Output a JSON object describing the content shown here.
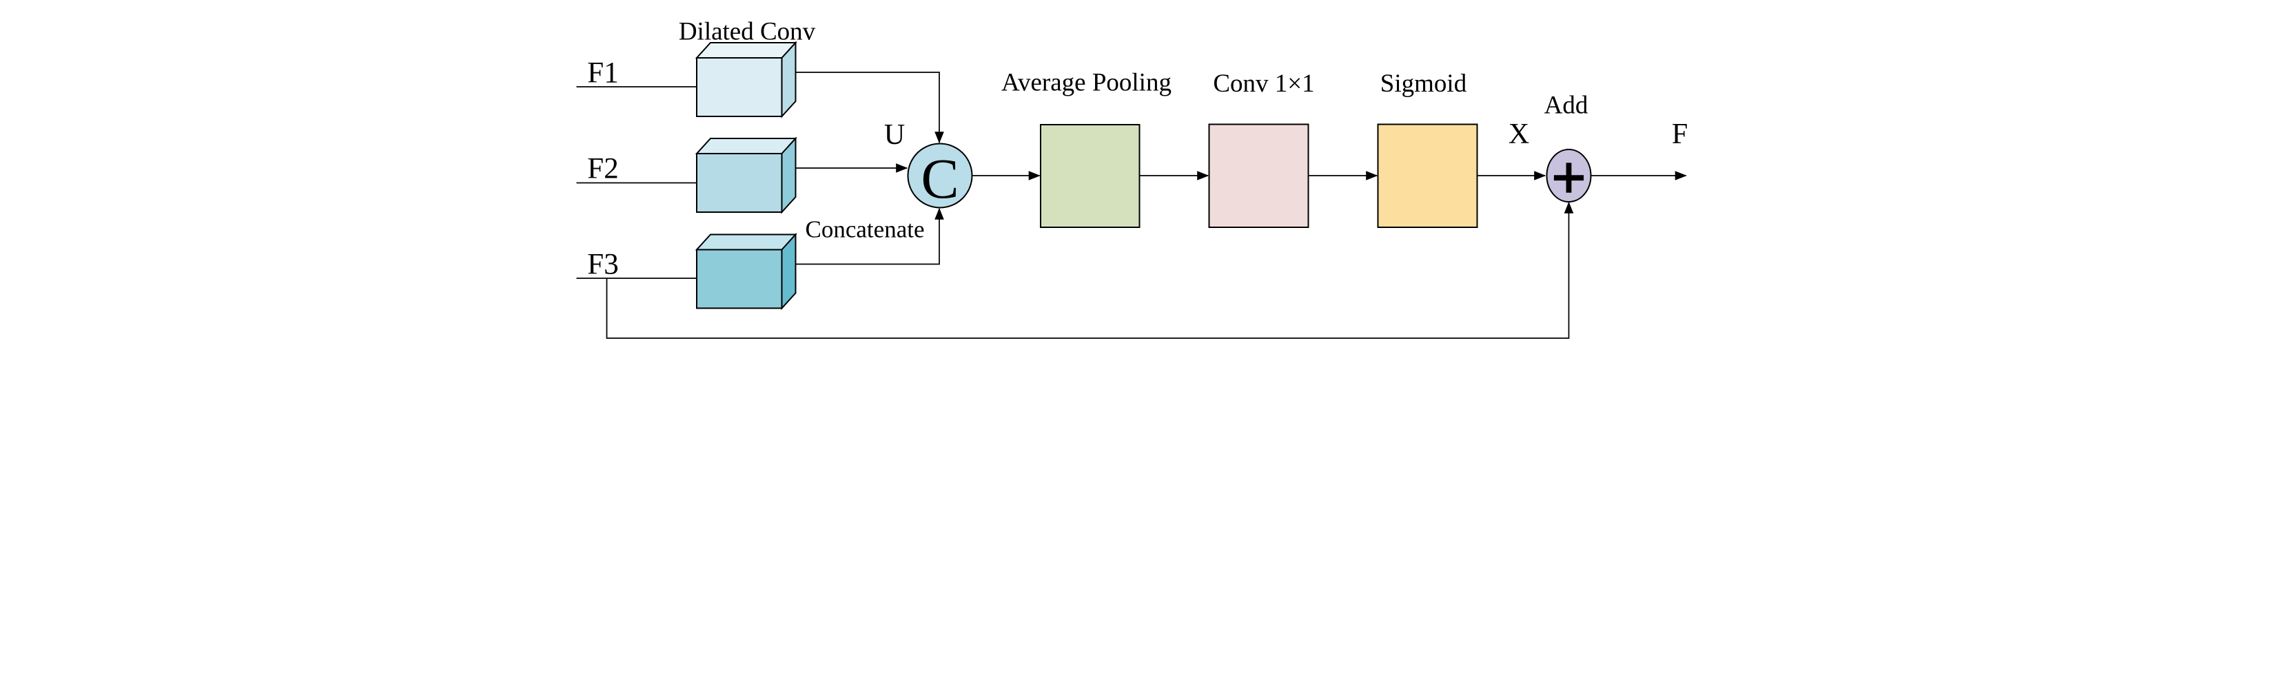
{
  "figure": {
    "title": "Dilated Conv",
    "inputs": [
      {
        "label": "F1"
      },
      {
        "label": "F2"
      },
      {
        "label": "F3"
      }
    ],
    "u_label": "U",
    "concat_node": "C",
    "concatenate_label": "Concatenate",
    "avg_pool_label": "Average Pooling",
    "conv_label": "Conv 1×1",
    "sigmoid_label": "Sigmoid",
    "x_label": "X",
    "add_label": "Add",
    "add_node": "+",
    "output_label": "F",
    "colors": {
      "f1_front": "#dcedf3",
      "f1_top": "#e9f4f8",
      "f1_side": "#b8dde8",
      "f2_front": "#b5dbe6",
      "f2_top": "#d9edf4",
      "f2_side": "#8fccdb",
      "f3_front": "#8fccda",
      "f3_top": "#c3e5ee",
      "f3_side": "#66bccf",
      "concat_fill": "#b9dde9",
      "avg_pool_fill": "#d5e0bd",
      "conv_fill": "#f0dcda",
      "sigmoid_fill": "#fcdf9e",
      "add_fill": "#c8c2de"
    }
  }
}
